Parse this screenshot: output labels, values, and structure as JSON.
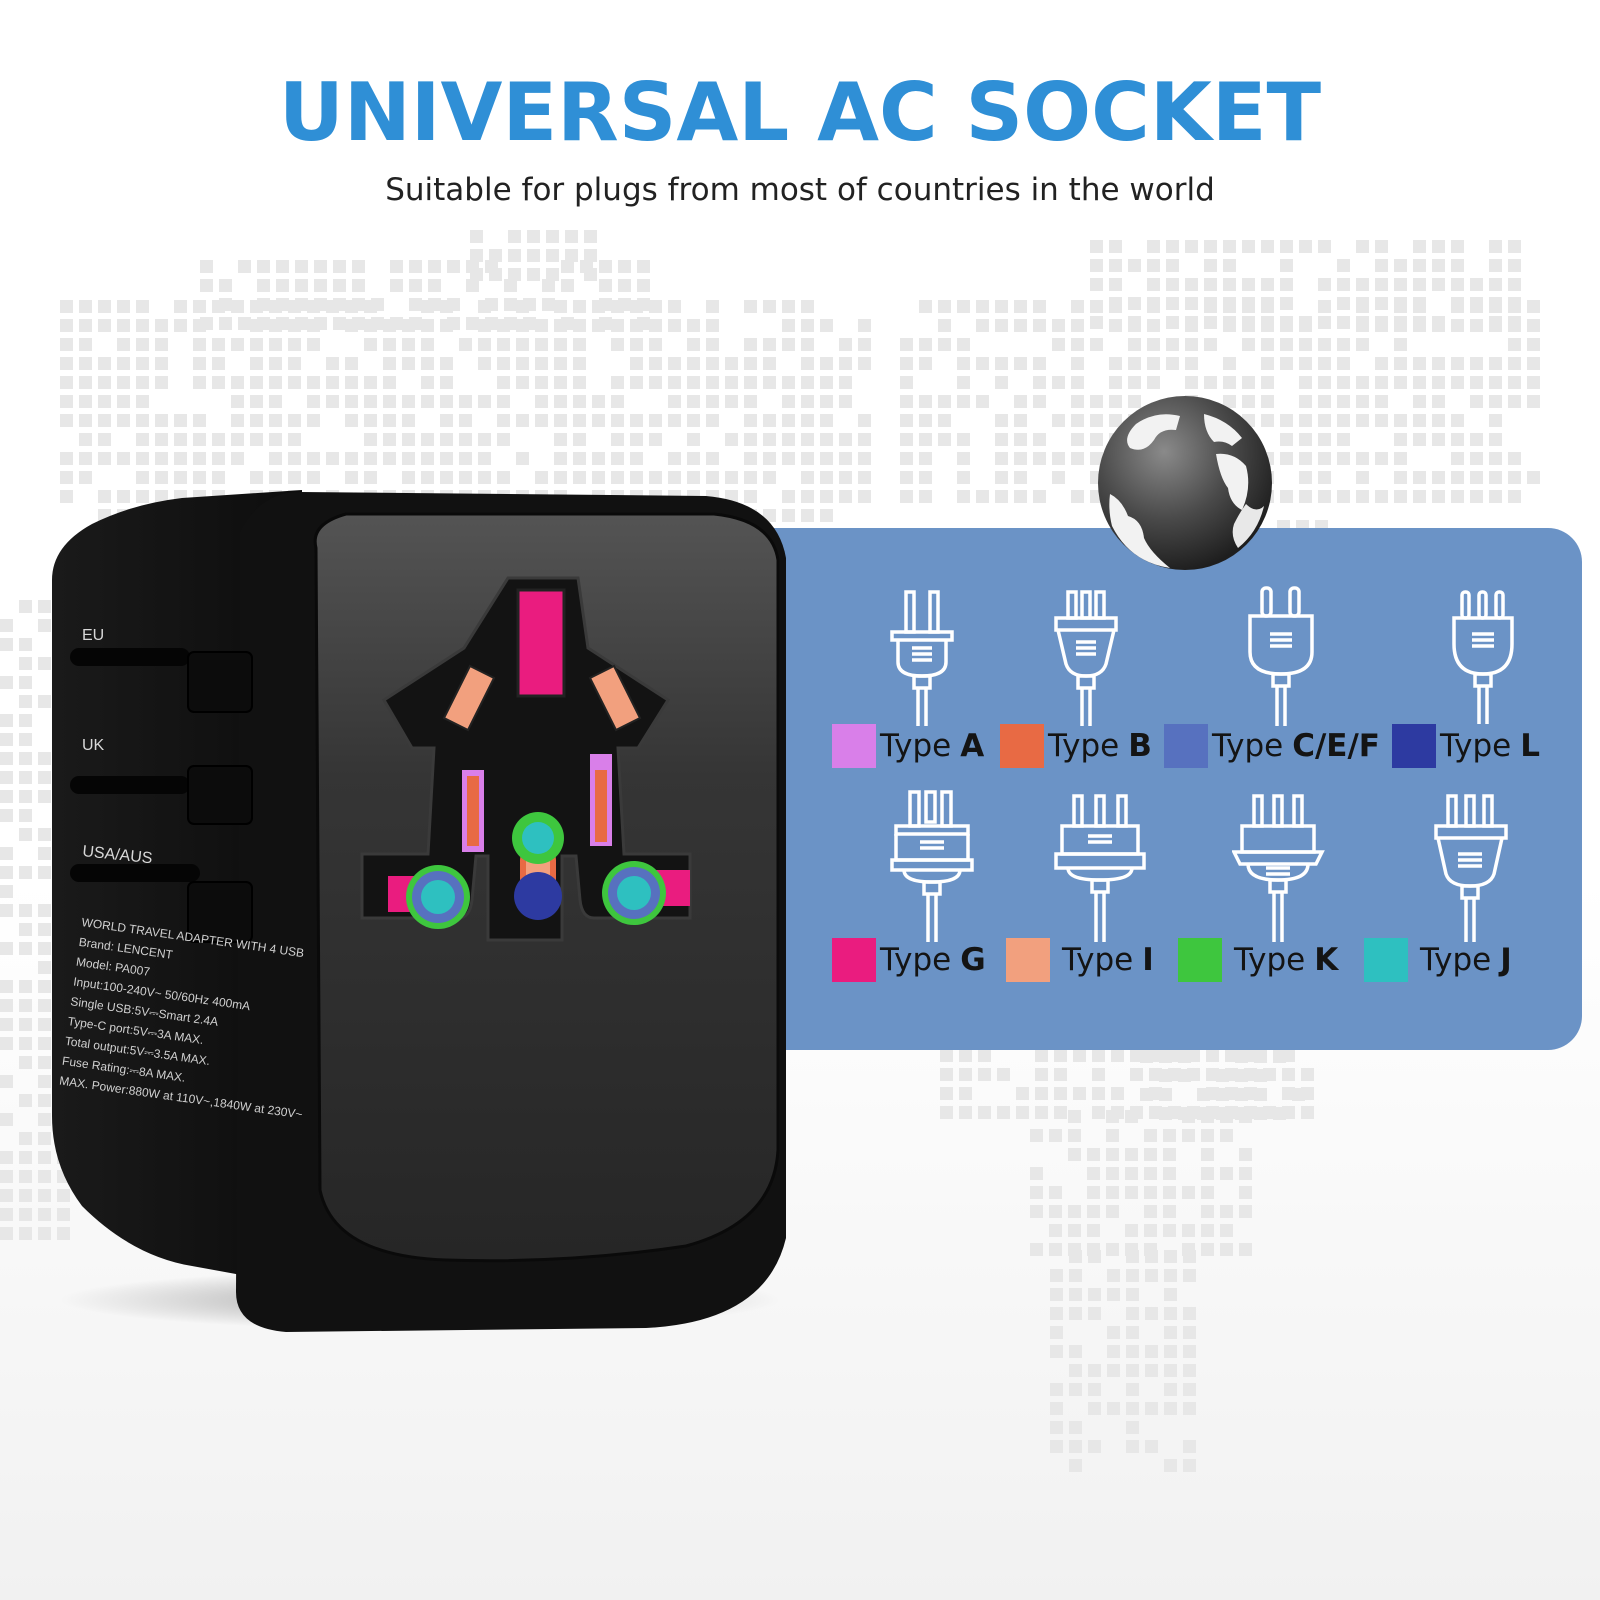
{
  "header": {
    "title": "UNIVERSAL AC SOCKET",
    "subtitle": "Suitable for plugs from most of countries in the world"
  },
  "plug_types": [
    {
      "prefix": "Type",
      "letter": "A",
      "color": "#d97fe9",
      "icon": "plug-type-a-icon"
    },
    {
      "prefix": "Type",
      "letter": "B",
      "color": "#e86a44",
      "icon": "plug-type-b-icon"
    },
    {
      "prefix": "Type",
      "letter": "C/E/F",
      "color": "#5771bf",
      "icon": "plug-type-cef-icon"
    },
    {
      "prefix": "Type",
      "letter": "L",
      "color": "#2d3aa1",
      "icon": "plug-type-l-icon"
    },
    {
      "prefix": "Type",
      "letter": "G",
      "color": "#ea1c7f",
      "icon": "plug-type-g-icon"
    },
    {
      "prefix": "Type",
      "letter": "I",
      "color": "#f2a07e",
      "icon": "plug-type-i-icon"
    },
    {
      "prefix": "Type",
      "letter": "K",
      "color": "#3ec63e",
      "icon": "plug-type-k-icon"
    },
    {
      "prefix": "Type",
      "letter": "J",
      "color": "#2ec0c0",
      "icon": "plug-type-j-icon"
    }
  ],
  "adapter": {
    "plug_labels": {
      "eu": "EU",
      "uk": "UK",
      "usa_aus": "USA/AUS"
    },
    "spec_lines": [
      "WORLD TRAVEL ADAPTER WITH 4 USB",
      "Brand: LENCENT",
      "Model: PA007",
      "Input:100-240V~ 50/60Hz 400mA",
      "Single USB:5V⎓Smart 2.4A",
      "Type-C port:5V⎓3A MAX.",
      "Total output:5V⎓3.5A MAX.",
      "Fuse Rating:⎓8A MAX.",
      "MAX. Power:880W at 110V~,1840W at 230V~"
    ]
  },
  "icons": {
    "globe": "globe-icon",
    "map": "world-map-dots"
  },
  "colors": {
    "title": "#2f8fd6",
    "panel": "#6b93c6",
    "adapter_body": "#1f1f1f"
  }
}
